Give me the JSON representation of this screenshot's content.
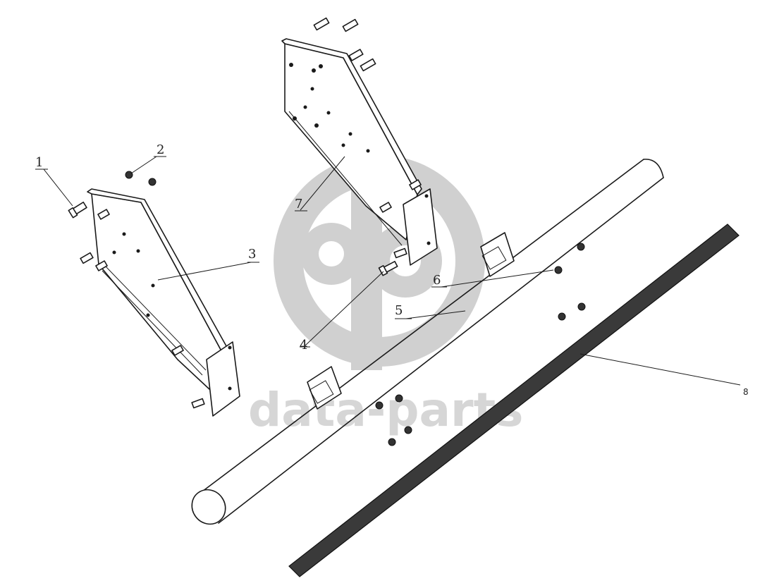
{
  "watermark": {
    "text": "data-parts",
    "logo_color": "#c8c8c8"
  },
  "callouts": [
    {
      "id": "1",
      "label": "1"
    },
    {
      "id": "2",
      "label": "2"
    },
    {
      "id": "3",
      "label": "3"
    },
    {
      "id": "4",
      "label": "4"
    },
    {
      "id": "5",
      "label": "5"
    },
    {
      "id": "6",
      "label": "6"
    },
    {
      "id": "7",
      "label": "7"
    },
    {
      "id": "8",
      "label": "8"
    }
  ],
  "colors": {
    "line": "#1a1a1a",
    "bar": "#3a3a3a",
    "background": "#ffffff"
  }
}
